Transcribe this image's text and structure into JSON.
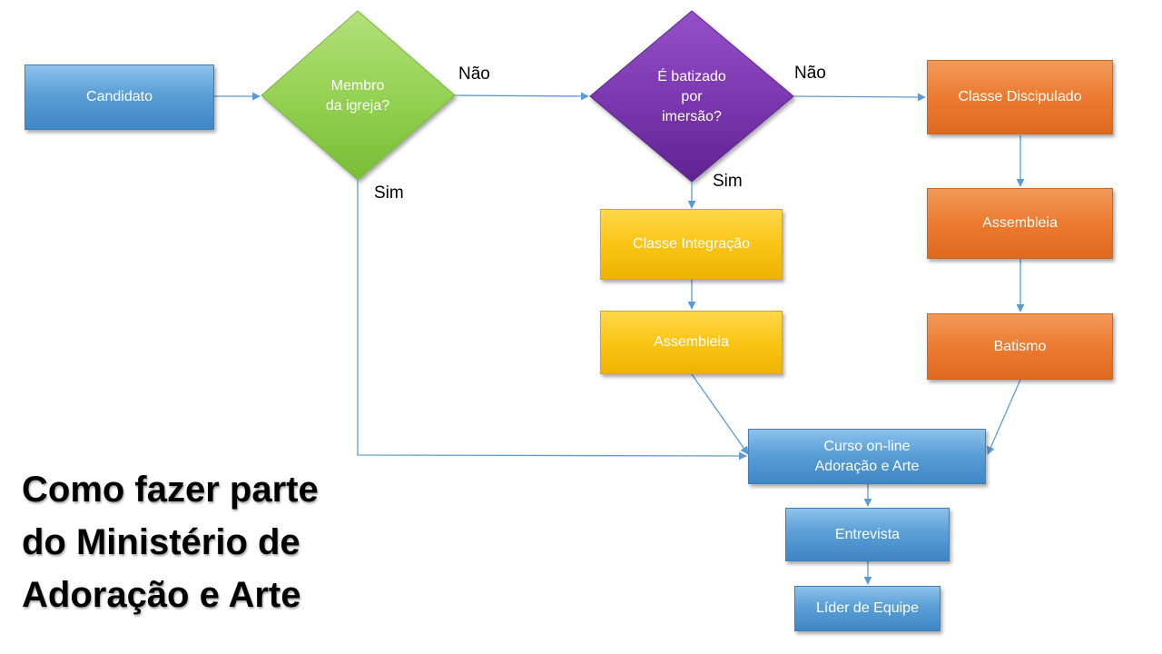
{
  "title": "Como fazer parte\ndo Ministério de\nAdoração e Arte",
  "nodes": {
    "candidato": "Candidato",
    "membro": "Membro\nda igreja?",
    "batizado": "É batizado\npor\nimersão?",
    "classe_discipulado": "Classe Discipulado",
    "assembleia_orange": "Assembleia",
    "batismo": "Batismo",
    "classe_integracao": "Classe Integração",
    "assembleia_yellow": "Assembleia",
    "curso": "Curso on-line\nAdoração e Arte",
    "entrevista": "Entrevista",
    "lider": "Líder de Equipe"
  },
  "edge_labels": {
    "membro_nao": "Não",
    "membro_sim": "Sim",
    "batizado_nao": "Não",
    "batizado_sim": "Sim"
  },
  "colors": {
    "blue": "#5a9fd6",
    "green": "#92d050",
    "purple": "#7030a0",
    "orange": "#ed7d31",
    "yellow": "#ffc000",
    "connector": "#5b9bd5"
  }
}
